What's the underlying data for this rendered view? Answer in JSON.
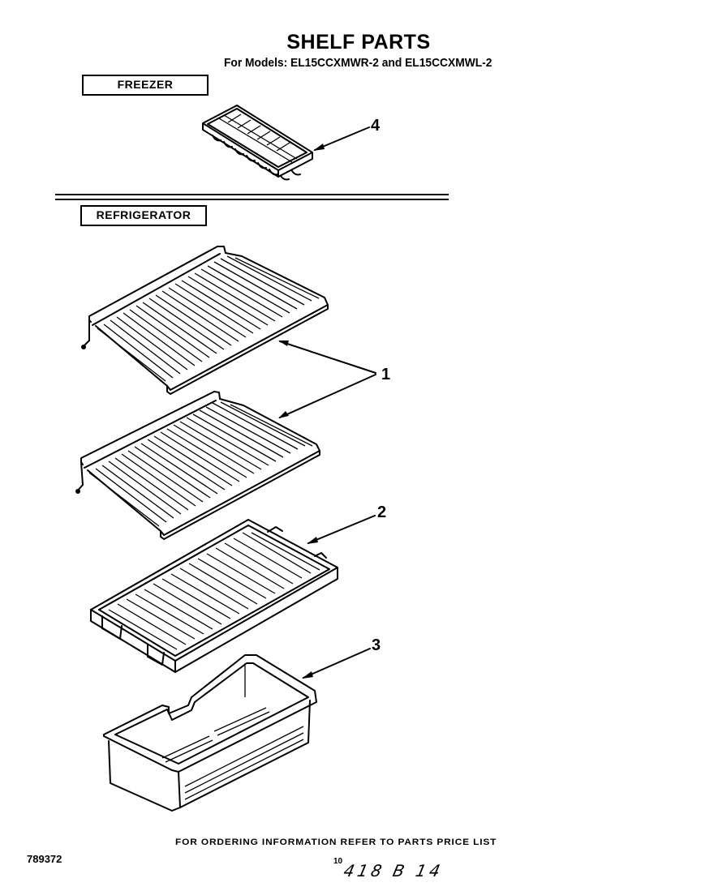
{
  "header": {
    "title": "SHELF PARTS",
    "subtitle": "For Models: EL15CCXMWR-2 and EL15CCXMWL-2"
  },
  "sections": [
    {
      "label": "FREEZER"
    },
    {
      "label": "REFRIGERATOR"
    }
  ],
  "parts": [
    {
      "callout": "4",
      "name": "ice-cube-tray",
      "section": "FREEZER"
    },
    {
      "callout": "1",
      "name": "wire-shelf",
      "section": "REFRIGERATOR",
      "quantity_shown": 2
    },
    {
      "callout": "2",
      "name": "crisper-cover-grille",
      "section": "REFRIGERATOR"
    },
    {
      "callout": "3",
      "name": "crisper-pan",
      "section": "REFRIGERATOR"
    }
  ],
  "footer": {
    "note": "FOR ORDERING INFORMATION REFER TO PARTS PRICE LIST",
    "doc_number": "789372",
    "page_number": "10",
    "handwritten": "418 B 14"
  }
}
